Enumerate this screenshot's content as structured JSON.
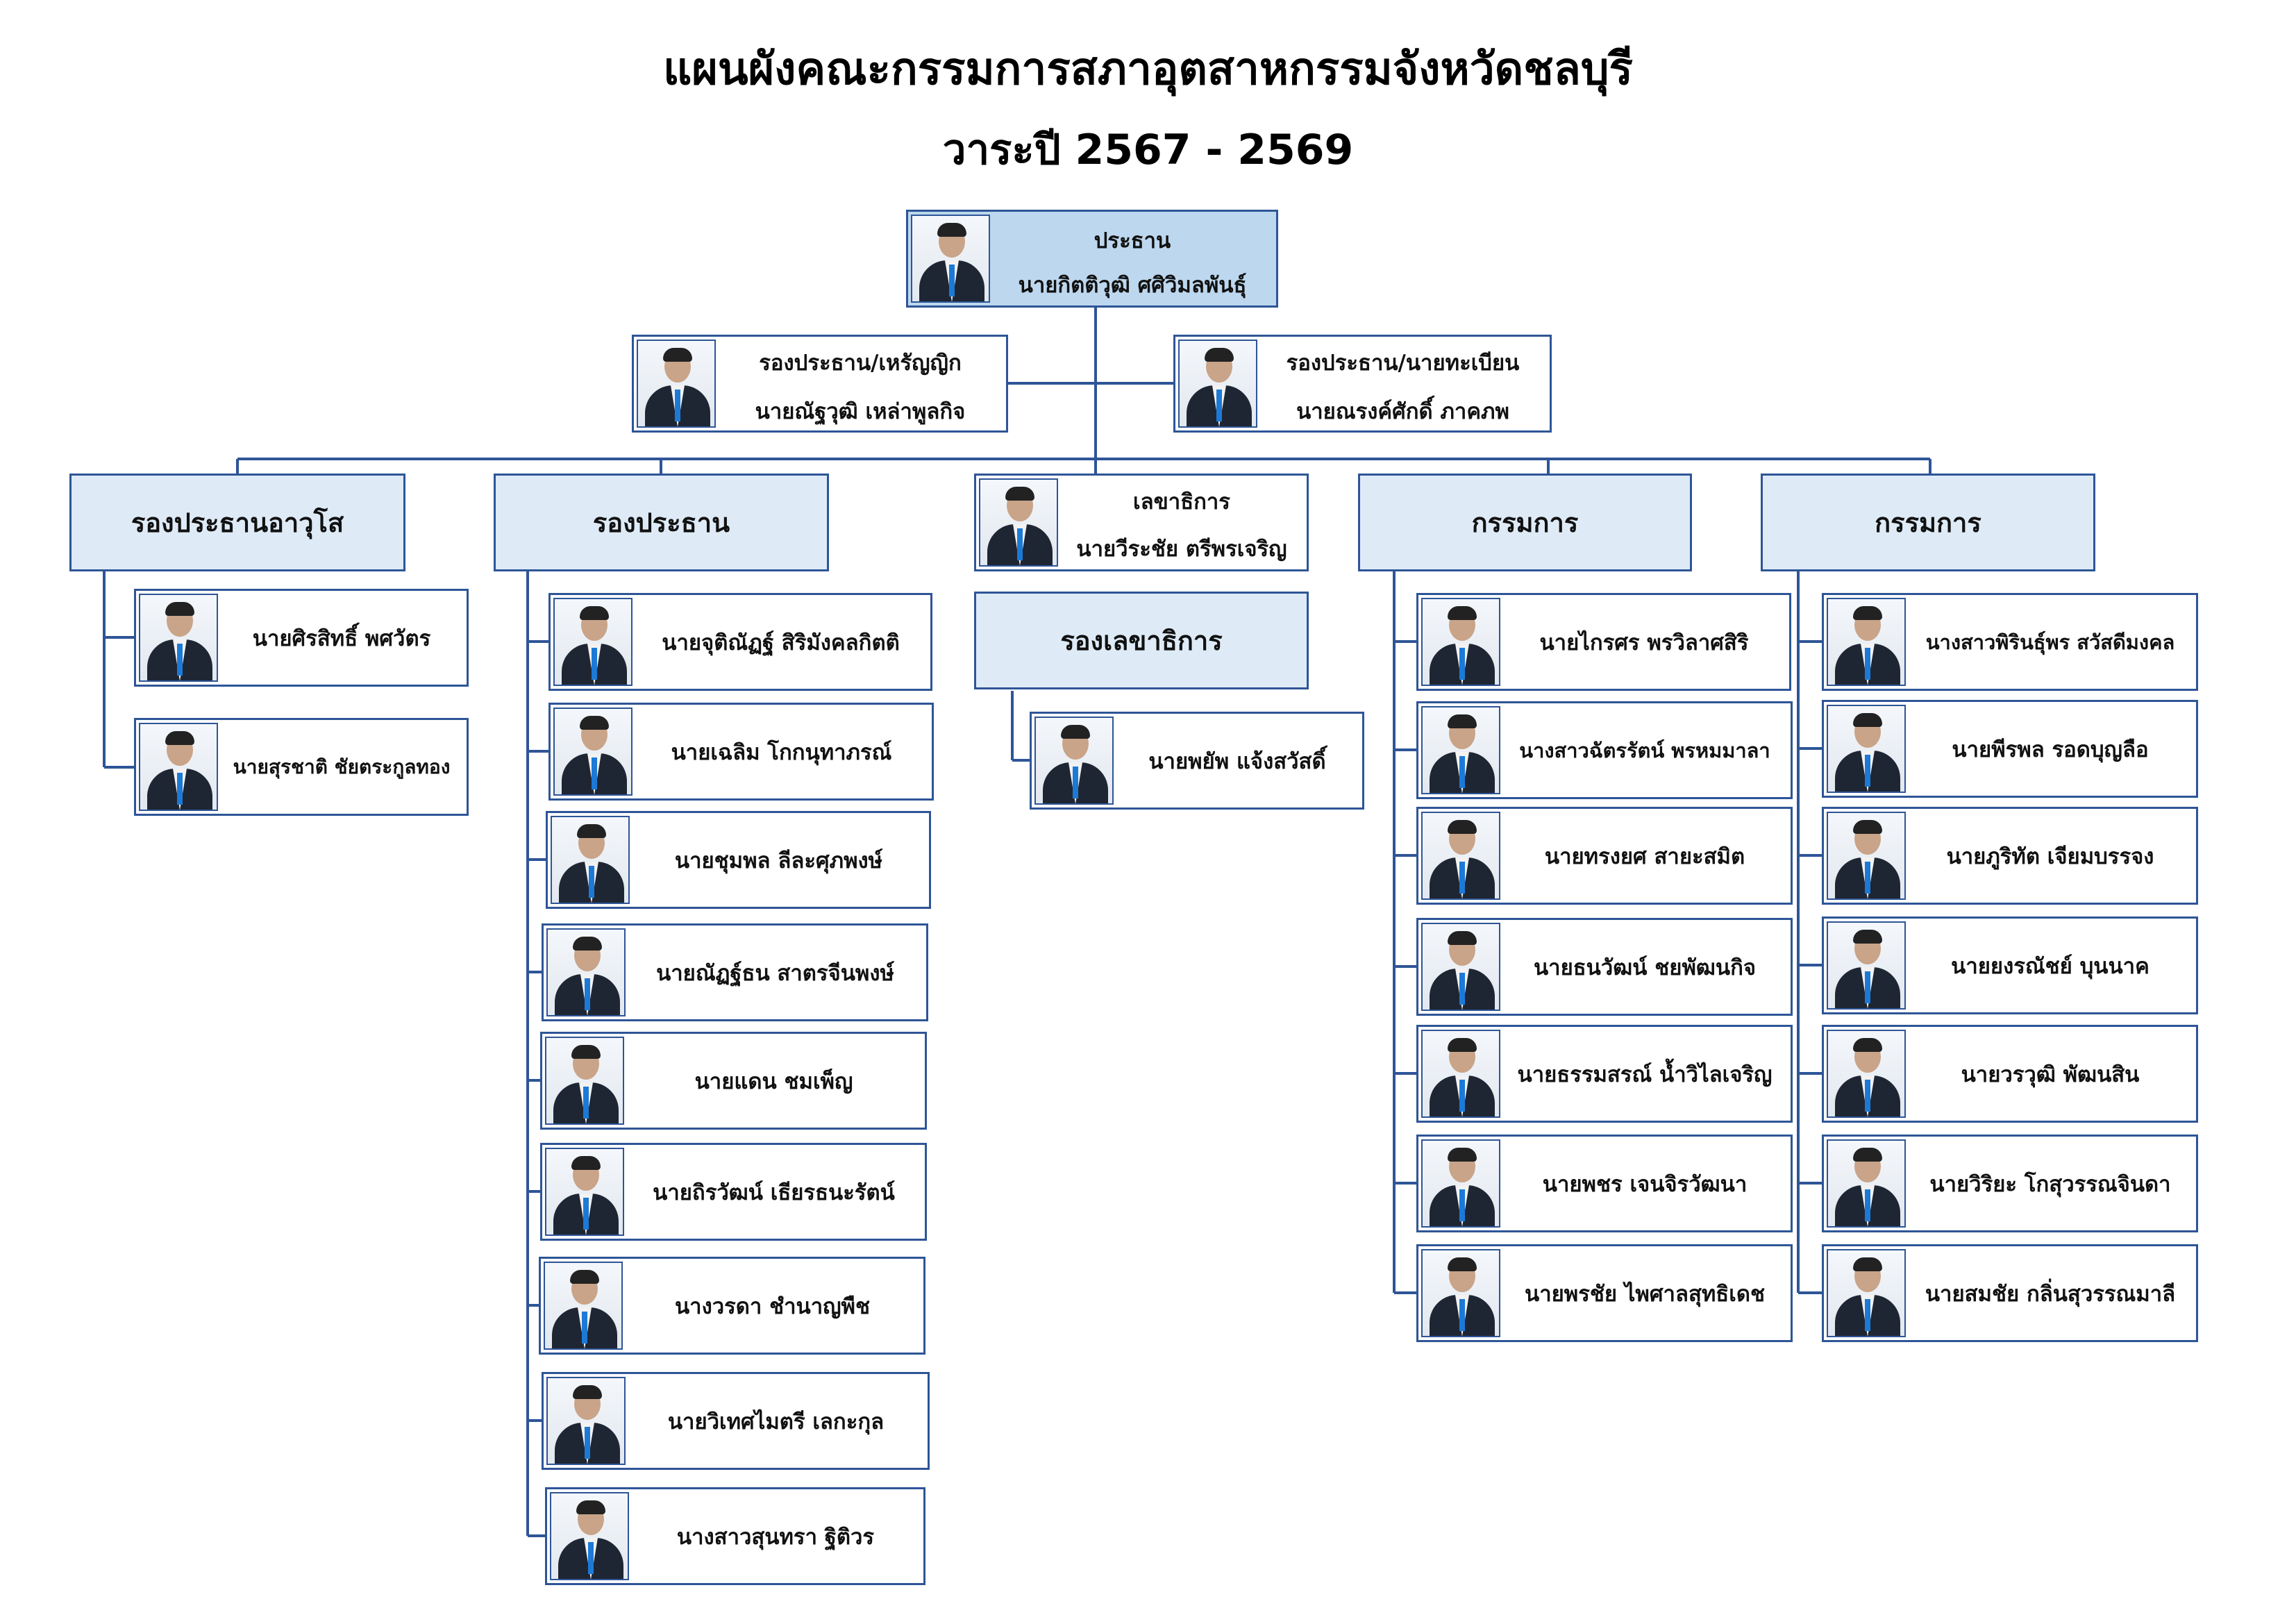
{
  "title": "แผนผังคณะกรรมการสภาอุตสาหกรรมจังหวัดชลบุรี",
  "subtitle": "วาระปี 2567 - 2569",
  "president": {
    "position": "ประธาน",
    "name": "นายกิตติวุฒิ ศศิวิมลพันธุ์"
  },
  "vice_treasurer": {
    "position": "รองประธาน/เหรัญญิก",
    "name": "นายณัฐวุฒิ เหล่าพูลกิจ"
  },
  "vice_registrar": {
    "position": "รองประธาน/นายทะเบียน",
    "name": "นายณรงค์ศักดิ์ ภาคภพ"
  },
  "secretary": {
    "position": "เลขาธิการ",
    "name": "นายวีระชัย  ตรีพรเจริญ"
  },
  "senior_vice": {
    "header": "รองประธานอาวุโส",
    "members": [
      "นายศิรสิทธิ์ พศวัตร",
      "นายสุรชาติ  ชัยตระกูลทอง"
    ]
  },
  "vice_presidents": {
    "header": "รองประธาน",
    "members": [
      "นายจุติณัฏฐ์ สิริมังคลกิตติ",
      "นายเฉลิม โกกนุทาภรณ์",
      "นายชุมพล ลีละศุภพงษ์",
      "นายณัฏฐ์ธน สาตรจีนพงษ์",
      "นายแดน ชมเพ็ญ",
      "นายถิรวัฒน์ เธียรธนะรัตน์",
      "นางวรดา ชำนาญพืช",
      "นายวิเทศไมตรี   เลกะกุล",
      "นางสาวสุนทรา ฐิติวร"
    ]
  },
  "deputy_secretary": {
    "header": "รองเลขาธิการ",
    "members": [
      "นายพยัพ  แจ้งสวัสดิ์"
    ]
  },
  "committee_1": {
    "header": "กรรมการ",
    "members": [
      "นายไกรศร พรวิลาศสิริ",
      "นางสาวฉัตรรัตน์ พรหมมาลา",
      "นายทรงยศ  สายะสมิต",
      "นายธนวัฒน์  ชยพัฒนกิจ",
      "นายธรรมสรณ์ น้ำวิไลเจริญ",
      "นายพชร เจนจิรวัฒนา",
      "นายพรชัย ไพศาลสุทธิเดช"
    ]
  },
  "committee_2": {
    "header": "กรรมการ",
    "members": [
      "นางสาวพิรินธุ์พร สวัสดีมงคล",
      "นายพีรพล รอดบุญลือ",
      "นายภูริทัต เจียมบรรจง",
      "นายยงรณัชย์ บุนนาค",
      "นายวรวุฒิ พัฒนสิน",
      "นายวิริยะ โกสุวรรณจินดา",
      "นายสมชัย กลิ่นสุวรรณมาลี"
    ]
  }
}
